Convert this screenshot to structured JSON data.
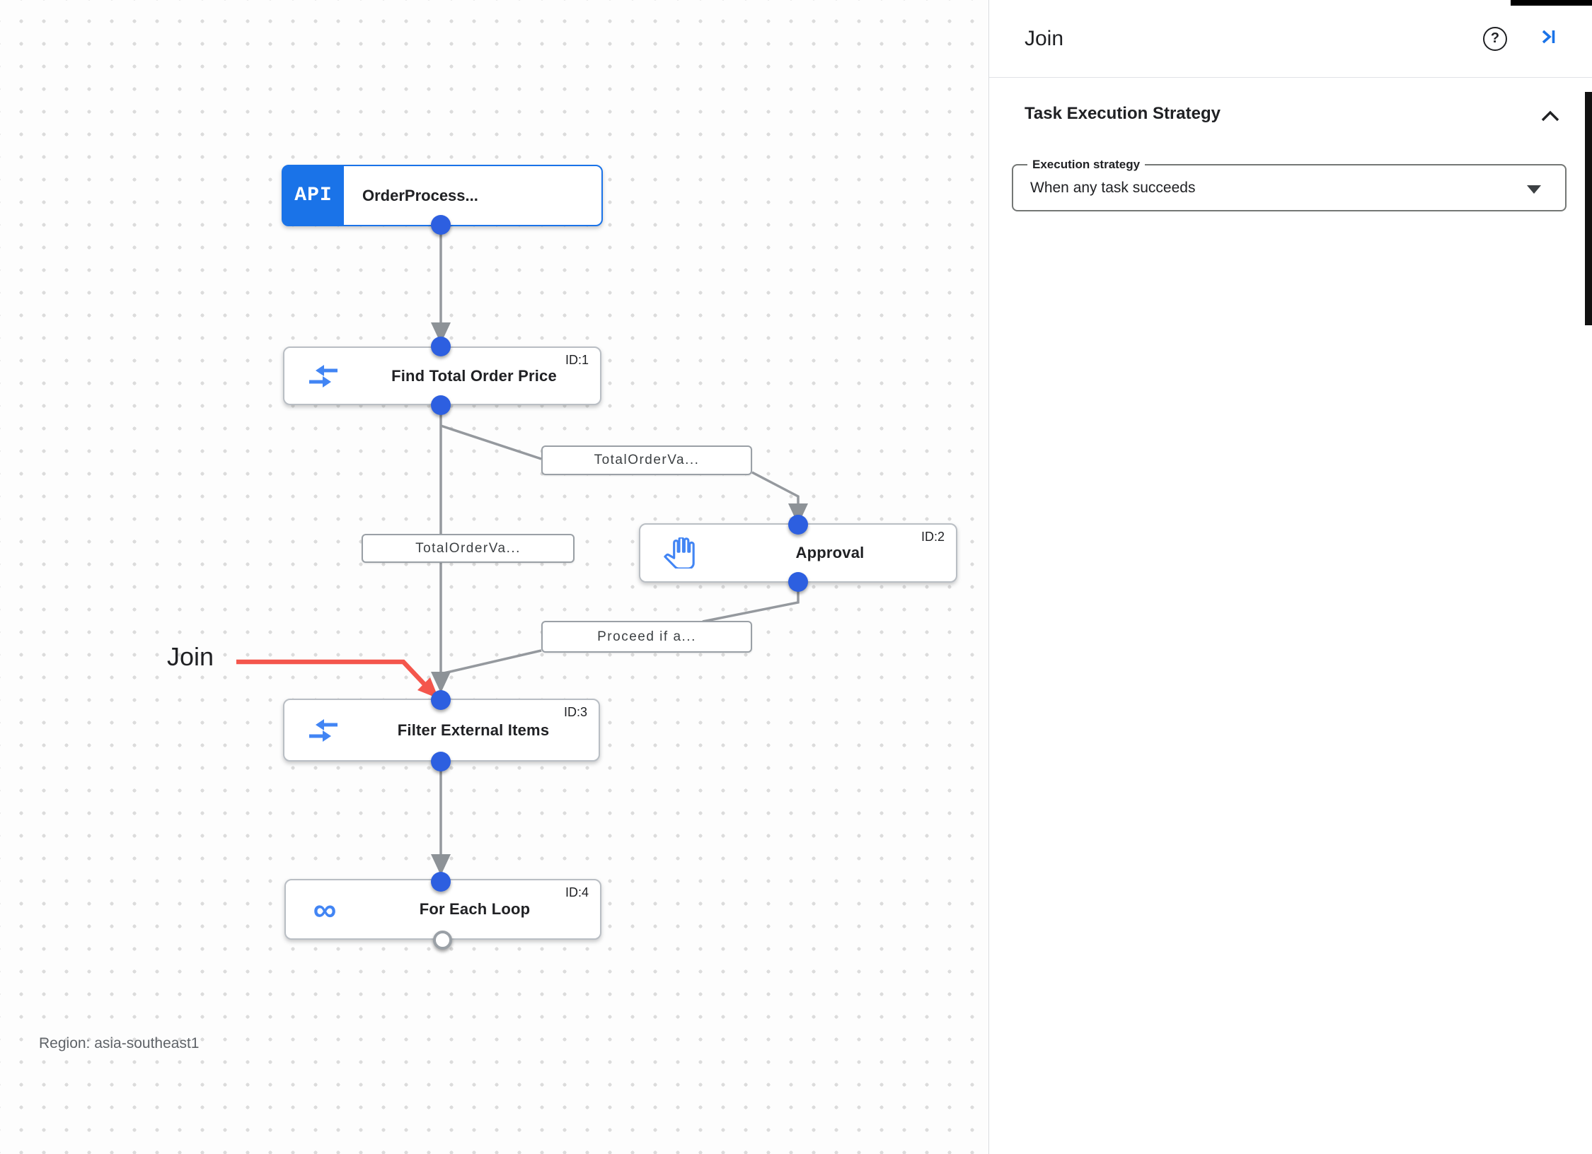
{
  "panel": {
    "title": "Join",
    "icons": {
      "help": "?",
      "collapse": "collapse-right"
    },
    "section": {
      "title": "Task Execution Strategy",
      "field_label": "Execution strategy",
      "field_value": "When any task succeeds"
    }
  },
  "canvas": {
    "api_chip": "API",
    "nodes": [
      {
        "title": "OrderProcess...",
        "icon": "api-trigger",
        "id_label": ""
      },
      {
        "title": "Find Total Order Price",
        "icon": "data-mapping",
        "id_label": "ID:1"
      },
      {
        "title": "Approval",
        "icon": "approval-hand",
        "id_label": "ID:2"
      },
      {
        "title": "Filter External Items",
        "icon": "data-mapping",
        "id_label": "ID:3"
      },
      {
        "title": "For Each Loop",
        "icon": "for-each-loop",
        "id_label": "ID:4"
      }
    ],
    "edge_labels": [
      "TotalOrderVa...",
      "TotalOrderVa...",
      "Proceed if a..."
    ],
    "annotation": {
      "label": "Join"
    },
    "region_label": "Region: asia-southeast1",
    "icons": {
      "infinity_glyph": "∞"
    },
    "colors": {
      "accent_blue": "#1a73e8",
      "icon_blue": "#4285f4",
      "dot_blue": "#2d5fe0",
      "edge_gray": "#95999e",
      "annotation_red": "#f4564c"
    }
  }
}
